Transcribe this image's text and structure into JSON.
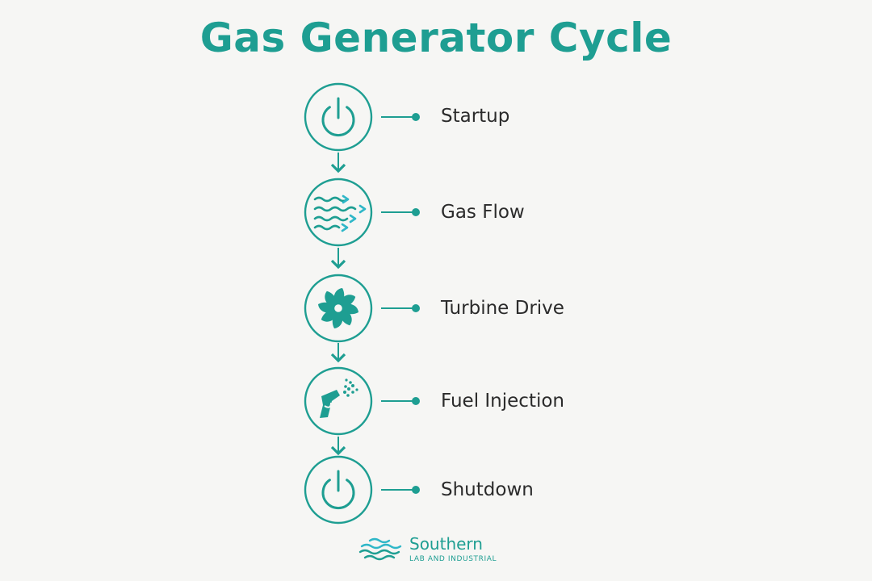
{
  "title": "Gas Generator Cycle",
  "colors": {
    "accent": "#1e9e92",
    "accent_light": "#2fb7c8",
    "text": "#2b2b2b",
    "background": "#f6f6f4"
  },
  "steps": [
    {
      "label": "Startup",
      "icon": "power-icon"
    },
    {
      "label": "Gas Flow",
      "icon": "gas-flow-icon"
    },
    {
      "label": "Turbine Drive",
      "icon": "turbine-fan-icon"
    },
    {
      "label": "Fuel Injection",
      "icon": "fuel-nozzle-icon"
    },
    {
      "label": "Shutdown",
      "icon": "power-icon"
    }
  ],
  "logo": {
    "name": "Southern",
    "subtitle": "LAB AND INDUSTRIAL"
  }
}
